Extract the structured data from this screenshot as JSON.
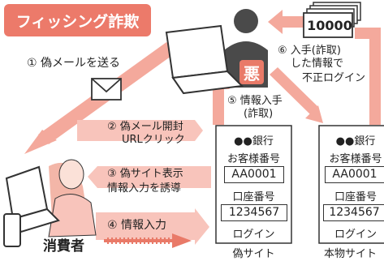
{
  "title": "フィッシング詐欺",
  "criminal": {
    "badge": "悪"
  },
  "money": {
    "amount": "10000"
  },
  "steps": {
    "s1": "① 偽メールを送る",
    "s2_l1": "② 偽メール開封",
    "s2_l2": "URLクリック",
    "s3_l1": "③ 偽サイト表示",
    "s3_l2": "情報入力を誘導",
    "s4": "④ 情報入力",
    "s5_l1": "⑤ 情報入手",
    "s5_l2": "(詐取)",
    "s6_l1": "⑥ 入手(詐取)",
    "s6_l2": "した情報で",
    "s6_l3": "不正ログイン"
  },
  "consumer_label": "消費者",
  "fake_site": {
    "bank": "●●銀行",
    "customer_no_label": "お客様番号",
    "customer_no": "AA0001",
    "pin_label": "口座番号",
    "pin": "1234567",
    "login": "ログイン",
    "caption": "偽サイト"
  },
  "real_site": {
    "bank": "●●銀行",
    "customer_no_label": "お客様番号",
    "customer_no": "AA0001",
    "pin_label": "口座番号",
    "pin": "1234567",
    "login": "ログイン",
    "caption": "本物サイト"
  },
  "colors": {
    "accent": "#ec7a6a",
    "arrow": "#f4a99c",
    "arrow_light": "#f8c4bb"
  }
}
